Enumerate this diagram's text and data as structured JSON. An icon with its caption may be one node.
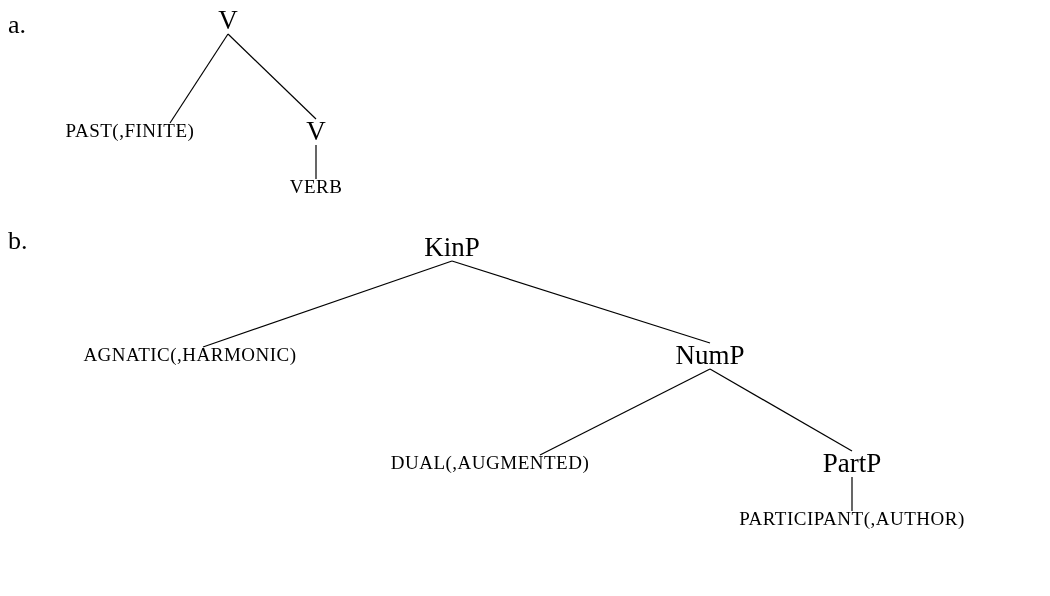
{
  "diagram": {
    "nodes": [
      {
        "text": [
          "V"
        ]
      },
      {
        "text": [
          "PAST(,FINITE)"
        ]
      },
      {
        "text": [
          "V"
        ]
      },
      {
        "text": [
          "VERB"
        ]
      },
      {
        "text": [
          "KinP"
        ]
      },
      {
        "text": [
          "AGNATIC(,HARMONIC)"
        ]
      },
      {
        "text": [
          "NumP"
        ]
      },
      {
        "text": [
          "DUAL(,AUGMENTED)"
        ]
      },
      {
        "text": [
          "PartP"
        ]
      },
      {
        "text": [
          "PARTICIPANT(,AUTHOR)"
        ]
      }
    ],
    "edges": [
      {
        "from": 0,
        "to": 1,
        "arrow": "none"
      },
      {
        "from": 0,
        "to": 2,
        "arrow": "none"
      },
      {
        "from": 2,
        "to": 3,
        "arrow": "none"
      },
      {
        "from": 4,
        "to": 5,
        "arrow": "none"
      },
      {
        "from": 4,
        "to": 6,
        "arrow": "none"
      },
      {
        "from": 6,
        "to": 7,
        "arrow": "none"
      },
      {
        "from": 6,
        "to": 8,
        "arrow": "none"
      },
      {
        "from": 8,
        "to": 9,
        "arrow": "none"
      }
    ],
    "labels": [
      "a.",
      "b."
    ]
  }
}
